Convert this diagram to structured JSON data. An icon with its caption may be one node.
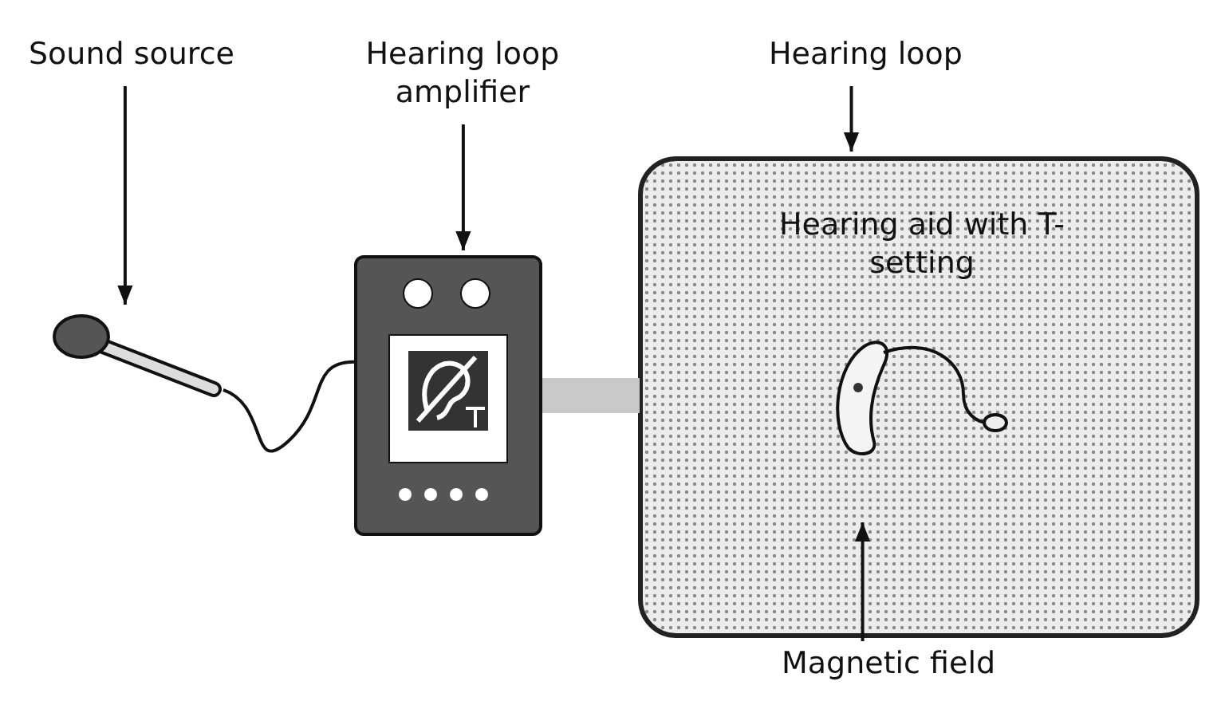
{
  "diagram": {
    "nodes": [
      {
        "text": [
          "Sound source"
        ]
      },
      {
        "text": [],
        "shape": "picture"
      },
      {
        "text": [
          "Hearing loop amplifier"
        ]
      },
      {
        "text": [],
        "shape": "picture"
      },
      {
        "text": [
          "Hearing loop"
        ]
      },
      {
        "text": [],
        "shape": "picture"
      },
      {
        "text": [
          "Hearing aid with T-setting"
        ],
        "in": 5
      },
      {
        "text": [
          "Magnetic field"
        ]
      }
    ],
    "edges": [
      {
        "from": 0,
        "to": 1,
        "arrow": "to"
      },
      {
        "from": 2,
        "to": 3,
        "arrow": "to"
      },
      {
        "from": 4,
        "to": 5,
        "arrow": "to"
      },
      {
        "from": 7,
        "to": 5,
        "arrow": "to"
      },
      {
        "from": 1,
        "to": 3,
        "arrow": "none"
      },
      {
        "from": 3,
        "to": 5,
        "arrow": "none",
        "style": "thick",
        "color": "#c9c9c9"
      }
    ]
  }
}
